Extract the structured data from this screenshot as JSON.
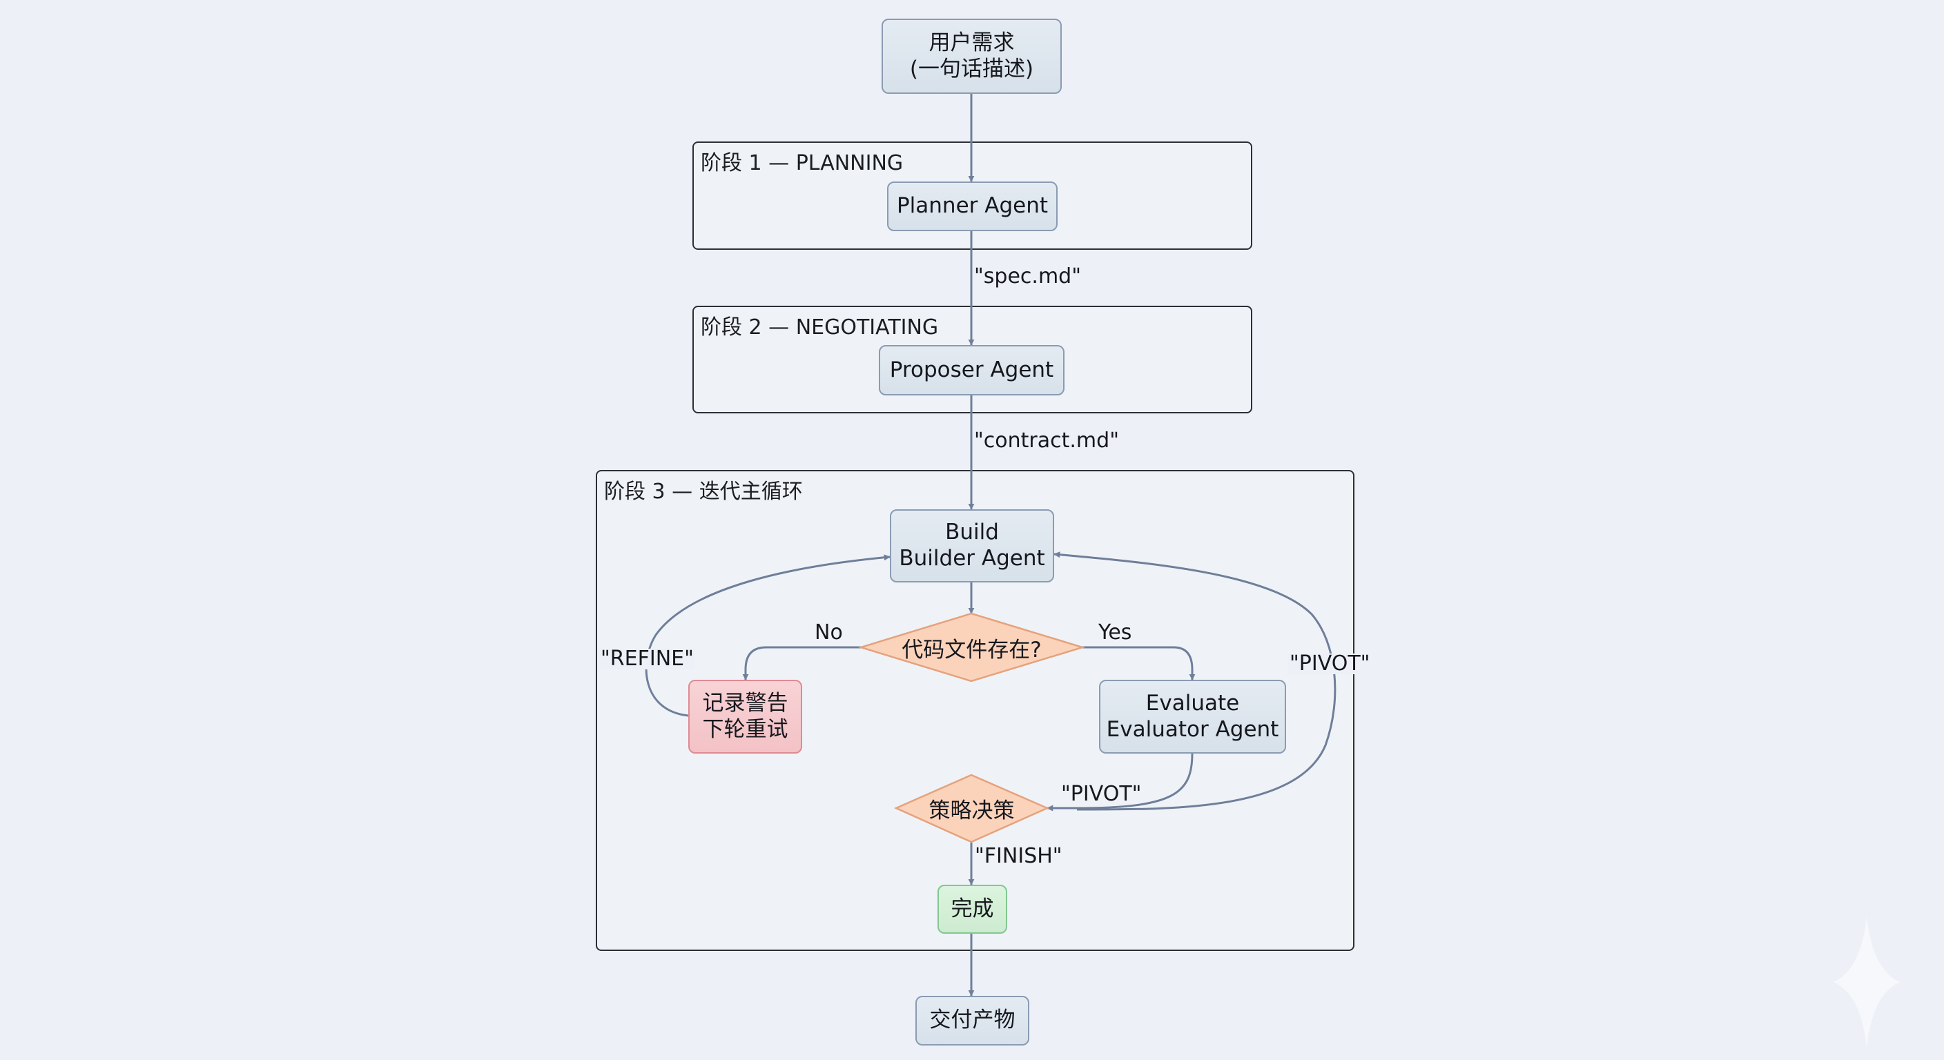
{
  "nodes": {
    "user_request": {
      "label": "用户需求\n(一句话描述)"
    },
    "planner": {
      "label": "Planner Agent"
    },
    "proposer": {
      "label": "Proposer Agent"
    },
    "builder": {
      "label": "Build\nBuilder Agent"
    },
    "code_check": {
      "label": "代码文件存在?"
    },
    "warn_retry": {
      "label": "记录警告\n下轮重试"
    },
    "evaluator": {
      "label": "Evaluate\nEvaluator Agent"
    },
    "strategy": {
      "label": "策略决策"
    },
    "done": {
      "label": "完成"
    },
    "deliver": {
      "label": "交付产物"
    }
  },
  "groups": {
    "phase1": {
      "label": "阶段 1 — PLANNING"
    },
    "phase2": {
      "label": "阶段 2 — NEGOTIATING"
    },
    "phase3": {
      "label": "阶段 3 — 迭代主循环"
    }
  },
  "edge_labels": {
    "spec": "\"spec.md\"",
    "contract": "\"contract.md\"",
    "no": "No",
    "yes": "Yes",
    "refine": "\"REFINE\"",
    "pivot_loop": "\"PIVOT\"",
    "pivot_eval": "\"PIVOT\"",
    "finish": "\"FINISH\""
  },
  "colors": {
    "edge": "#6f7f99",
    "diamond_fill": "#fbd3bb",
    "diamond_stroke": "#e5a27c",
    "node_fill": "#dde6ee",
    "warn_fill": "#f6c9cc",
    "done_fill": "#d4f0d6"
  },
  "watermark": {
    "icon": "sparkle-icon"
  }
}
